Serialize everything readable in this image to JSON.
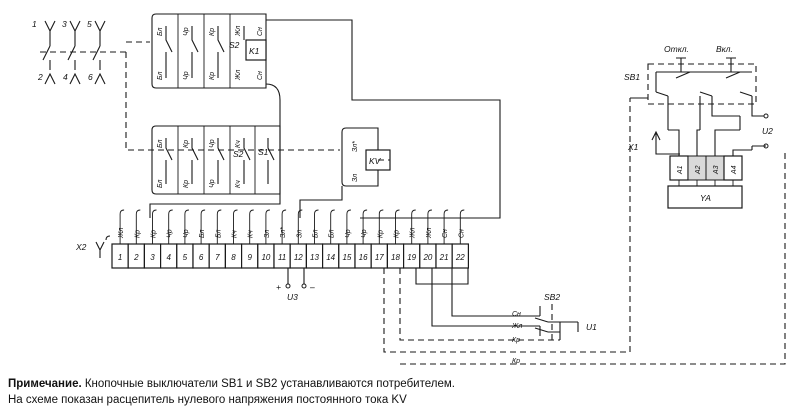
{
  "diagram": {
    "three_phase_terminals_top": [
      "1",
      "3",
      "5"
    ],
    "three_phase_terminals_bottom": [
      "2",
      "4",
      "6"
    ],
    "top_contactor_wires_upper": [
      "Бл",
      "Чр",
      "Кр",
      "Жл",
      "Сн"
    ],
    "top_contactor_wires_lower": [
      "Бл",
      "Чр",
      "Кр",
      "Жл",
      "Сн"
    ],
    "top_block_labels": [
      "S2",
      "K1"
    ],
    "mid_contactor_wires_upper": [
      "Бл",
      "Кр",
      "Чр",
      "Кч"
    ],
    "mid_contactor_wires_lower": [
      "Бл",
      "Кр",
      "Чр",
      "Кч"
    ],
    "mid_block_labels": [
      "S2",
      "S1"
    ],
    "kv": {
      "label": "KV",
      "wire_top": "Зл*",
      "wire_bottom": "Зл"
    },
    "strip": {
      "label": "X2",
      "terminals": [
        "1",
        "2",
        "3",
        "4",
        "5",
        "6",
        "7",
        "8",
        "9",
        "10",
        "11",
        "12",
        "13",
        "14",
        "15",
        "16",
        "17",
        "18",
        "19",
        "20",
        "21",
        "22"
      ],
      "wire_labels": [
        "Жл",
        "Кр",
        "Кр",
        "Чр",
        "Чр",
        "Бл",
        "Бл",
        "Кч",
        "Кч",
        "Зл",
        "Зл*",
        "Зл",
        "Бл",
        "Бл",
        "Чр",
        "Чр",
        "Кр",
        "Кр",
        "Жл",
        "Жл",
        "Сн",
        "Сн"
      ]
    },
    "u3": {
      "label": "U3",
      "plus": "+",
      "minus": "–"
    },
    "sb1": {
      "label": "SB1",
      "off": "Откл.",
      "on": "Вкл."
    },
    "x1_label": "X1",
    "u2_label": "U2",
    "ya": {
      "label": "YA",
      "terminals": [
        "A1",
        "A2",
        "A3",
        "A4"
      ]
    },
    "sb2": {
      "label": "SB2",
      "u1_label": "U1",
      "wires": [
        "Сн",
        "Жл",
        "Кр",
        "Кр"
      ]
    }
  },
  "note": {
    "title": "Примечание.",
    "line1": "Кнопочные выключатели SB1 и SB2 устанавливаются потребителем.",
    "line2": "На схеме показан расцепитель нулевого напряжения постоянного тока KV"
  }
}
